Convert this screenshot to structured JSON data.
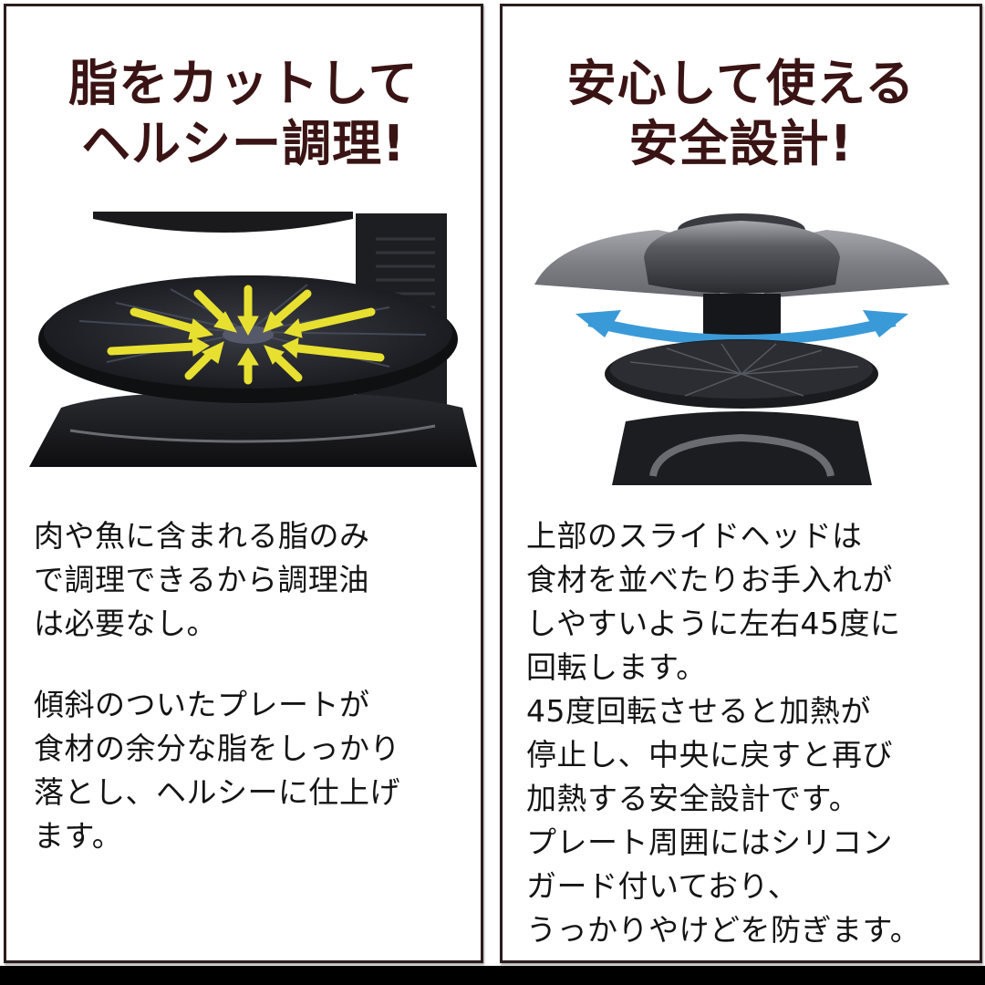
{
  "panels": [
    {
      "title_lines": [
        "脂をカットして",
        "ヘルシー調理!"
      ],
      "image": "grill-plate-with-fat-drain-arrows",
      "paragraphs": [
        [
          "肉や魚に含まれる脂のみ",
          "で調理できるから調理油",
          "は必要なし。"
        ],
        [
          "傾斜のついたプレートが",
          "食材の余分な脂をしっかり",
          "落とし、ヘルシーに仕上げ",
          "ます。"
        ]
      ]
    },
    {
      "title_lines": [
        "安心して使える",
        "安全設計!"
      ],
      "image": "rotating-slide-head-grill",
      "paragraphs": [
        [
          "上部のスライドヘッドは",
          "食材を並べたりお手入れが",
          "しやすいように左右45度に",
          "回転します。",
          "45度回転させると加熱が",
          "停止し、中央に戻すと再び",
          "加熱する安全設計です。",
          "プレート周囲にはシリコン",
          "ガード付いており、",
          "うっかりやけどを防ぎます。"
        ]
      ]
    }
  ],
  "colors": {
    "border": "#2b1d1d",
    "title": "#3a1414",
    "body_text": "#141414",
    "arrow_yellow": "#e8e030",
    "arrow_blue": "#3a9ad8",
    "grill_dark": "#1c1c1e"
  }
}
